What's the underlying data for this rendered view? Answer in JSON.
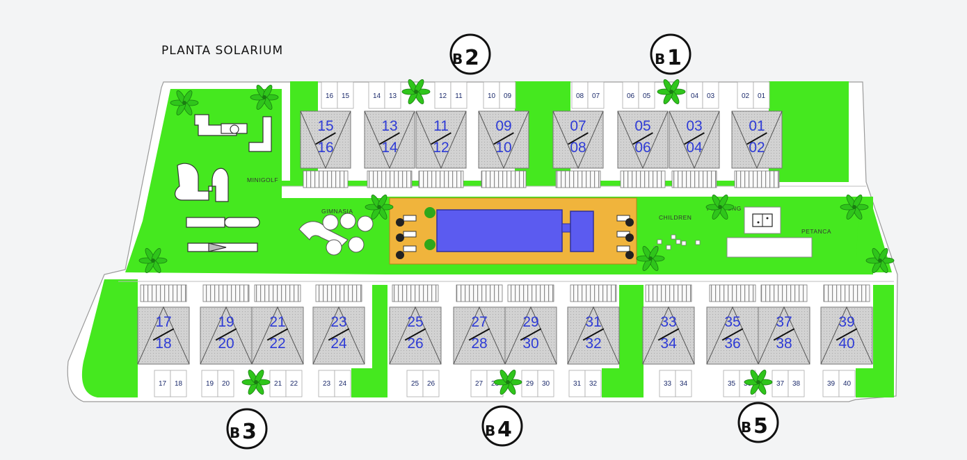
{
  "title": "PLANTA SOLARIUM",
  "blocks": [
    {
      "prefix": "B",
      "num": "2"
    },
    {
      "prefix": "B",
      "num": "1"
    },
    {
      "prefix": "B",
      "num": "3"
    },
    {
      "prefix": "B",
      "num": "4"
    },
    {
      "prefix": "B",
      "num": "5"
    }
  ],
  "areas": {
    "minigolf": "MINIGOLF",
    "gimnasia": "GIMNASIA",
    "children": "CHILDREN",
    "pingpong": "PINGPONG",
    "petanca": "PETANCA"
  },
  "top_units": [
    {
      "upper": "15",
      "lower": "16"
    },
    {
      "upper": "13",
      "lower": "14"
    },
    {
      "upper": "11",
      "lower": "12"
    },
    {
      "upper": "09",
      "lower": "10"
    },
    {
      "upper": "07",
      "lower": "08"
    },
    {
      "upper": "05",
      "lower": "06"
    },
    {
      "upper": "03",
      "lower": "04"
    },
    {
      "upper": "01",
      "lower": "02"
    }
  ],
  "bottom_units": [
    {
      "upper": "17",
      "lower": "18"
    },
    {
      "upper": "19",
      "lower": "20"
    },
    {
      "upper": "21",
      "lower": "22"
    },
    {
      "upper": "23",
      "lower": "24"
    },
    {
      "upper": "25",
      "lower": "26"
    },
    {
      "upper": "27",
      "lower": "28"
    },
    {
      "upper": "29",
      "lower": "30"
    },
    {
      "upper": "31",
      "lower": "32"
    },
    {
      "upper": "33",
      "lower": "34"
    },
    {
      "upper": "35",
      "lower": "36"
    },
    {
      "upper": "37",
      "lower": "38"
    },
    {
      "upper": "39",
      "lower": "40"
    }
  ],
  "top_cells": [
    "16",
    "15",
    "14",
    "13",
    "12",
    "11",
    "10",
    "09",
    "08",
    "07",
    "06",
    "05",
    "04",
    "03",
    "02",
    "01"
  ],
  "bottom_cells": [
    "17",
    "18",
    "19",
    "20",
    "21",
    "22",
    "23",
    "24",
    "25",
    "26",
    "27",
    "28",
    "29",
    "30",
    "31",
    "32",
    "33",
    "34",
    "35",
    "36",
    "37",
    "38",
    "39",
    "40"
  ],
  "colors": {
    "grass": "#45e81f",
    "grass_dark": "#2fc51b",
    "pool_deck": "#f0b43c",
    "pool": "#5b5bf0",
    "roof": "#cfcfcf",
    "unit_label": "#2e3bd6"
  }
}
